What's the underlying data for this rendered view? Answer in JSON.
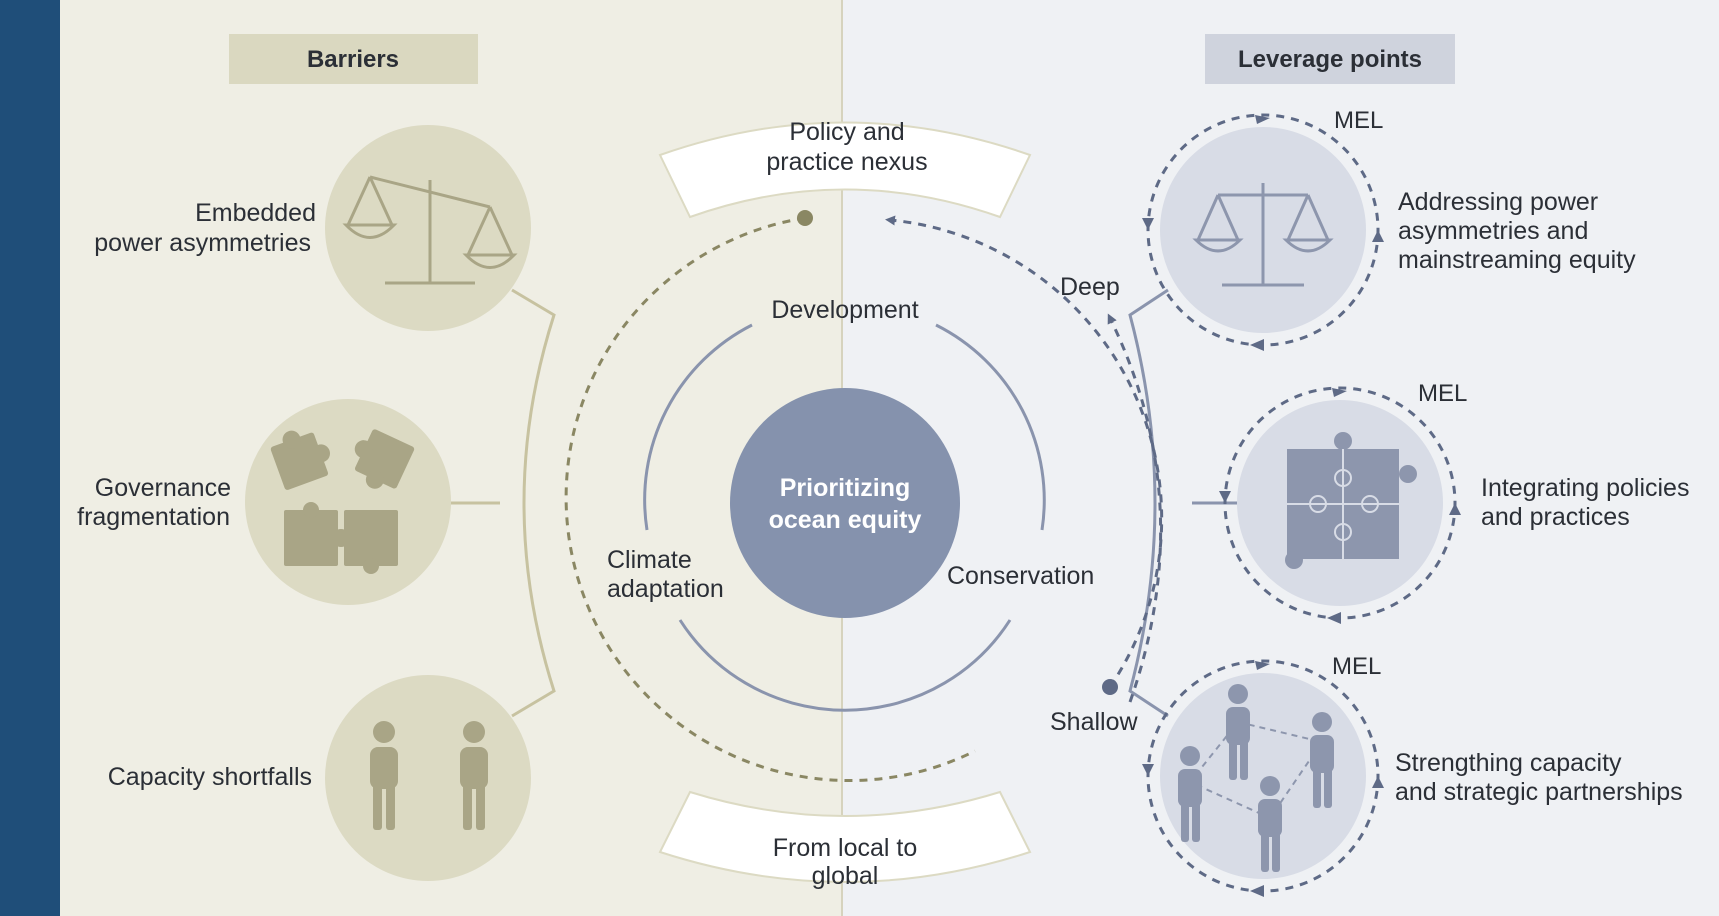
{
  "panels": {
    "barriers_header": "Barriers",
    "leverage_header": "Leverage points"
  },
  "center": {
    "line1": "Prioritizing",
    "line2": "ocean equity"
  },
  "inner_ring": {
    "top": "Development",
    "left_line1": "Climate",
    "left_line2": "adaptation",
    "right": "Conservation"
  },
  "banners": {
    "top_line1": "Policy and",
    "top_line2": "practice nexus",
    "bottom_line1": "From local to",
    "bottom_line2": "global"
  },
  "depth": {
    "deep": "Deep",
    "shallow": "Shallow"
  },
  "barriers": [
    {
      "line1": "Embedded",
      "line2": "power asymmetries",
      "icon": "scales-icon"
    },
    {
      "line1": "Governance",
      "line2": "fragmentation",
      "icon": "puzzle-icon"
    },
    {
      "line1": "Capacity shortfalls",
      "line2": "",
      "icon": "people-icon"
    }
  ],
  "leverage_points": [
    {
      "mel": "MEL",
      "line1": "Addressing power",
      "line2": "asymmetries and",
      "line3": "mainstreaming equity",
      "icon": "scales-icon"
    },
    {
      "mel": "MEL",
      "line1": "Integrating policies",
      "line2": "and practices",
      "line3": "",
      "icon": "puzzle-icon"
    },
    {
      "mel": "MEL",
      "line1": "Strengthing capacity",
      "line2": "and strategic partnerships",
      "line3": "",
      "icon": "network-people-icon"
    }
  ],
  "colors": {
    "frame": "#1f4e79",
    "left_bg": "#efeee4",
    "right_bg": "#eff1f4",
    "barrier_circle": "#dcdac3",
    "barrier_icon": "#a9a586",
    "barrier_line": "#c7c2a0",
    "barrier_header_bg": "#dad8c0",
    "leverage_circle": "#d8dce6",
    "leverage_icon": "#8d96ad",
    "leverage_dash": "#5e6a86",
    "leverage_header_bg": "#cfd3dd",
    "center_fill": "#8592ad",
    "inner_arc": "#8a94ad",
    "olive_dash": "#8a8763"
  }
}
